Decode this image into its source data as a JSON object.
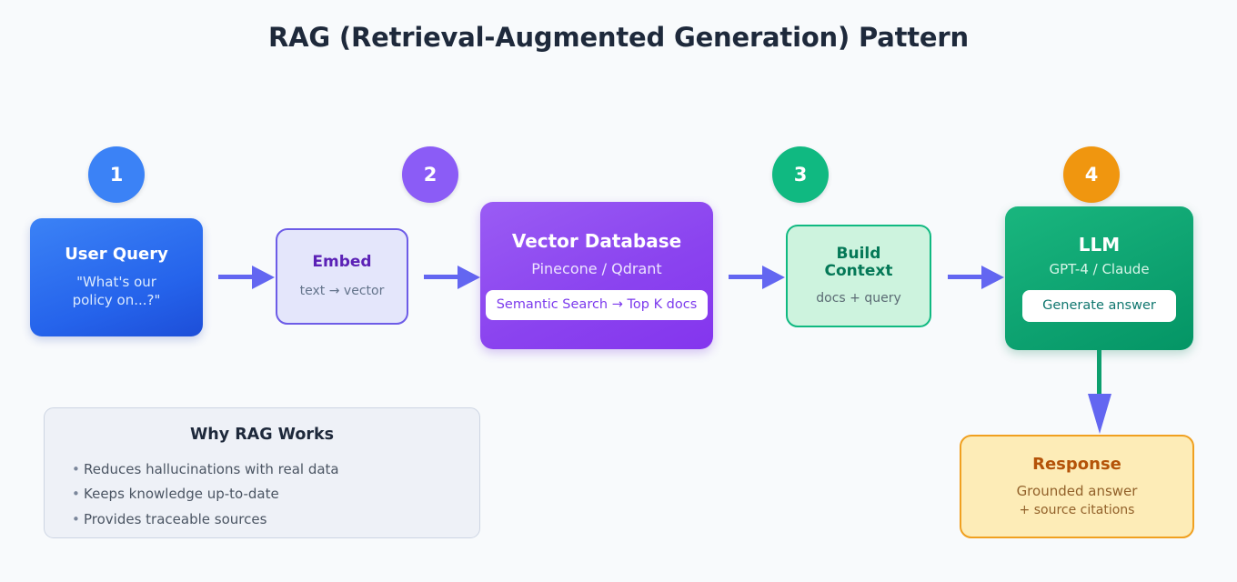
{
  "page": {
    "title": "RAG (Retrieval-Augmented Generation) Pattern",
    "background_color": "#f8fafc"
  },
  "steps": [
    {
      "number": "1",
      "color": "#3b82f6"
    },
    {
      "number": "2",
      "color": "#8b5cf6"
    },
    {
      "number": "3",
      "color": "#10b981"
    },
    {
      "number": "4",
      "color": "#f0960f"
    }
  ],
  "nodes": {
    "user_query": {
      "title": "User Query",
      "subtitle": "\"What's our\npolicy on...?\"",
      "subtitle_line1": "\"What's our",
      "subtitle_line2": "policy on...?\"",
      "fill": "#2563eb",
      "text_color": "#ffffff"
    },
    "embed": {
      "title": "Embed",
      "subtitle": "text → vector",
      "fill": "#e4e6fb",
      "border": "#6d5ce7",
      "title_color": "#5b21b6"
    },
    "vector_db": {
      "title": "Vector Database",
      "subtitle": "Pinecone / Qdrant",
      "chip": "Semantic Search → Top K docs",
      "fill": "#8b44ef",
      "chip_text_color": "#7c3aed"
    },
    "build_context": {
      "title_line1": "Build",
      "title_line2": "Context",
      "subtitle": "docs + query",
      "fill": "#cdf3de",
      "border": "#10b981",
      "title_color": "#047857"
    },
    "llm": {
      "title": "LLM",
      "subtitle": "GPT-4 / Claude",
      "chip": "Generate answer",
      "fill": "#0ea371",
      "chip_text_color": "#0f766e"
    },
    "response": {
      "title": "Response",
      "subtitle_line1": "Grounded answer",
      "subtitle_line2": "+ source citations",
      "fill": "#fdecb7",
      "border": "#f0a020",
      "title_color": "#b45309"
    }
  },
  "connectors": {
    "arrow_color": "#6366f1",
    "vertical_stem_color": "#0d9f6e"
  },
  "panel": {
    "title": "Why RAG Works",
    "bullets": [
      "Reduces hallucinations with real data",
      "Keeps knowledge up-to-date",
      "Provides traceable sources"
    ],
    "fill": "#eef1f7",
    "border": "#cdd5e3"
  }
}
